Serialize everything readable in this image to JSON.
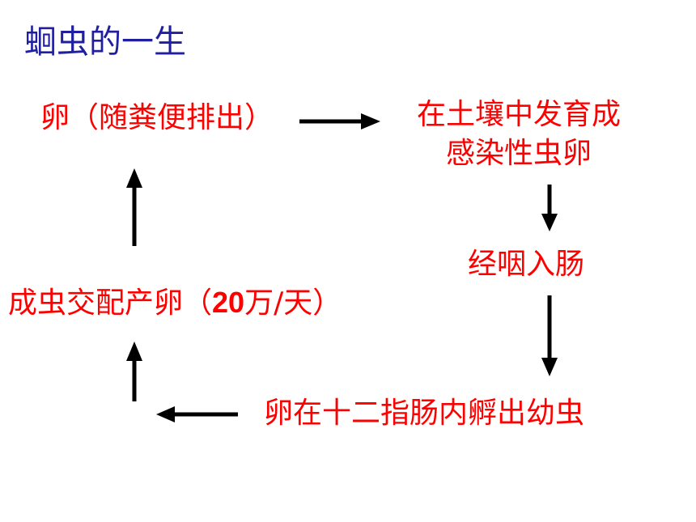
{
  "title": "蛔虫的一生",
  "colors": {
    "title": "#1f1fa0",
    "node_text": "#ff0000",
    "arrow": "#000000"
  },
  "nodes": {
    "egg_excreted": "卵（随粪便排出）",
    "soil_line1": "在土壤中发育成",
    "soil_line2": "感染性虫卵",
    "pharynx": "经咽入肠",
    "duodenum": "卵在十二指肠内孵出幼虫",
    "adult_prefix": "成虫交配产卵（",
    "adult_count": "20",
    "adult_suffix": "万/天）"
  }
}
